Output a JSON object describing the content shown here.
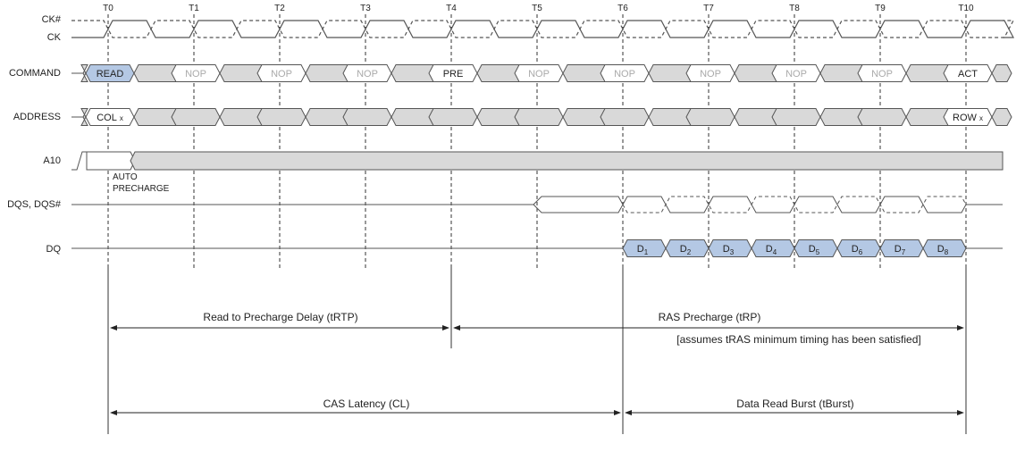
{
  "ticks": [
    "T0",
    "T1",
    "T2",
    "T3",
    "T4",
    "T5",
    "T6",
    "T7",
    "T8",
    "T9",
    "T10"
  ],
  "signals": {
    "ck_n": "CK#",
    "ck": "CK",
    "command": "COMMAND",
    "address": "ADDRESS",
    "a10": "A10",
    "dqs": "DQS, DQS#",
    "dq": "DQ"
  },
  "command_cells": [
    "READ",
    "NOP",
    "NOP",
    "NOP",
    "PRE",
    "NOP",
    "NOP",
    "NOP",
    "NOP",
    "NOP",
    "ACT"
  ],
  "address_cells": {
    "col_main": "COL",
    "col_sub": "x",
    "row_main": "ROW",
    "row_sub": "x"
  },
  "a10_note": {
    "line1": "AUTO",
    "line2": "PRECHARGE"
  },
  "dq_cells": [
    {
      "main": "D",
      "sub": "1"
    },
    {
      "main": "D",
      "sub": "2"
    },
    {
      "main": "D",
      "sub": "3"
    },
    {
      "main": "D",
      "sub": "4"
    },
    {
      "main": "D",
      "sub": "5"
    },
    {
      "main": "D",
      "sub": "6"
    },
    {
      "main": "D",
      "sub": "7"
    },
    {
      "main": "D",
      "sub": "8"
    }
  ],
  "annotations": {
    "trtp": "Read to Precharge Delay (tRTP)",
    "trp": "RAS Precharge (tRP)",
    "tras_note": "[assumes tRAS minimum timing has been satisfied]",
    "cl": "CAS Latency (CL)",
    "tburst": "Data Read Burst (tBurst)"
  },
  "colors": {
    "active_fill": "#b4c8e4",
    "idle_fill": "#d9d9d9",
    "stroke": "#555555",
    "nop_text": "#aaaaaa"
  }
}
